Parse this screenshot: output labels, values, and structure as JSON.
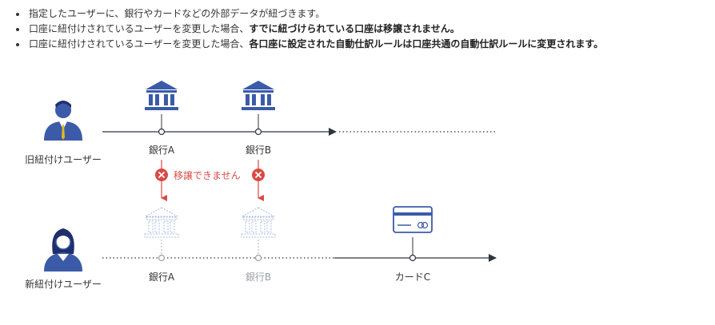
{
  "notes": [
    {
      "plain": "指定したユーザーに、銀行やカードなどの外部データが紐づきます。",
      "bold": ""
    },
    {
      "plain": "口座に紐付けされているユーザーを変更した場合、",
      "bold": "すでに紐づけられている口座は移譲されません。"
    },
    {
      "plain": "口座に紐付けされているユーザーを変更した場合、",
      "bold": "各口座に設定された自動仕訳ルールは口座共通の自動仕訳ルールに変更されます。"
    }
  ],
  "old_user": {
    "label": "旧紐付けユーザー",
    "icon": "male-user-icon"
  },
  "new_user": {
    "label": "新紐付けユーザー",
    "icon": "female-user-icon"
  },
  "old_accounts": [
    {
      "label": "銀行A",
      "icon": "bank-icon"
    },
    {
      "label": "銀行B",
      "icon": "bank-icon"
    }
  ],
  "transfer_blocked": {
    "label": "移譲できません",
    "icon": "x-circle-icon"
  },
  "new_accounts": [
    {
      "label": "銀行A",
      "icon": "bank-outline-icon",
      "state": "not-transferred"
    },
    {
      "label": "銀行B",
      "icon": "bank-outline-icon",
      "state": "not-transferred"
    },
    {
      "label": "カードC",
      "icon": "credit-card-icon",
      "state": "active"
    }
  ],
  "colors": {
    "accent_blue": "#3b5ba9",
    "light_blue": "#aabbe3",
    "red": "#d94a45",
    "line": "#2e3440"
  }
}
